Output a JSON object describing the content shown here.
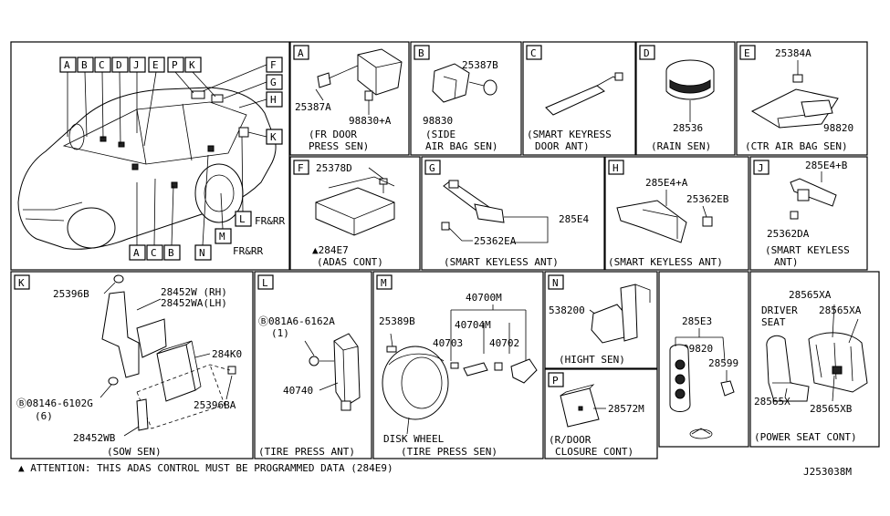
{
  "diagram_id": "J253038M",
  "attention_note": "ATTENTION: THIS ADAS CONTROL MUST BE PROGRAMMED DATA (284E9)",
  "overview": {
    "top_letters": [
      "A",
      "B",
      "C",
      "D",
      "J",
      "E",
      "P",
      "K"
    ],
    "right_letters": [
      "F",
      "G",
      "H",
      "K"
    ],
    "bottom_letters": [
      "A",
      "C",
      "B",
      "N",
      "M",
      "L"
    ],
    "fr_rr_1": "FR&RR",
    "fr_rr_2": "FR&RR"
  },
  "panels": {
    "A": {
      "letter": "A",
      "parts": [
        "25387A",
        "98830+A"
      ],
      "caption1": "(FR DOOR",
      "caption2": "PRESS SEN)"
    },
    "B": {
      "letter": "B",
      "parts": [
        "25387B",
        "98830"
      ],
      "caption1": "(SIDE",
      "caption2": "AIR BAG SEN)"
    },
    "C": {
      "letter": "C",
      "caption1": "(SMART KEYRESS",
      "caption2": "DOOR ANT)"
    },
    "D": {
      "letter": "D",
      "parts": [
        "28536"
      ],
      "caption1": "(RAIN SEN)"
    },
    "E": {
      "letter": "E",
      "parts": [
        "25384A",
        "98820"
      ],
      "caption1": "(CTR AIR BAG SEN)"
    },
    "F": {
      "letter": "F",
      "parts": [
        "25378D",
        "284E7"
      ],
      "caption1": "(ADAS CONT)"
    },
    "G": {
      "letter": "G",
      "parts": [
        "285E4",
        "25362EA"
      ],
      "caption1": "(SMART KEYLESS ANT)"
    },
    "H": {
      "letter": "H",
      "parts": [
        "285E4+A",
        "25362EB"
      ],
      "caption1": "(SMART KEYLESS ANT)"
    },
    "J": {
      "letter": "J",
      "parts": [
        "285E4+B",
        "25362DA"
      ],
      "caption1": "(SMART KEYLESS",
      "caption2": "ANT)"
    },
    "K": {
      "letter": "K",
      "parts": [
        "25396B",
        "28452W (RH)",
        "28452WA(LH)",
        "284K0",
        "08146-6102G",
        "(6)",
        "25396BA",
        "28452WB"
      ],
      "caption1": "(SOW SEN)"
    },
    "L": {
      "letter": "L",
      "parts": [
        "081A6-6162A",
        "(1)",
        "40740"
      ],
      "caption1": "(TIRE PRESS ANT)"
    },
    "M": {
      "letter": "M",
      "parts": [
        "40700M",
        "40704M",
        "25389B",
        "40703",
        "40702"
      ],
      "label": "DISK WHEEL",
      "caption1": "(TIRE PRESS SEN)"
    },
    "N": {
      "letter": "N",
      "parts": [
        "538200"
      ],
      "caption1": "(HIGHT SEN)"
    },
    "P": {
      "letter": "P",
      "parts": [
        "28572M"
      ],
      "caption1": "(R/DOOR",
      "caption2": "CLOSURE CONT)"
    },
    "KEY": {
      "parts": [
        "285E3",
        "99820",
        "28599"
      ]
    },
    "SEAT": {
      "parts": [
        "28565XA",
        "28565XA",
        "28565X",
        "28565XB"
      ],
      "label1": "DRIVER",
      "label2": "SEAT",
      "caption1": "(POWER SEAT CONT)"
    }
  }
}
